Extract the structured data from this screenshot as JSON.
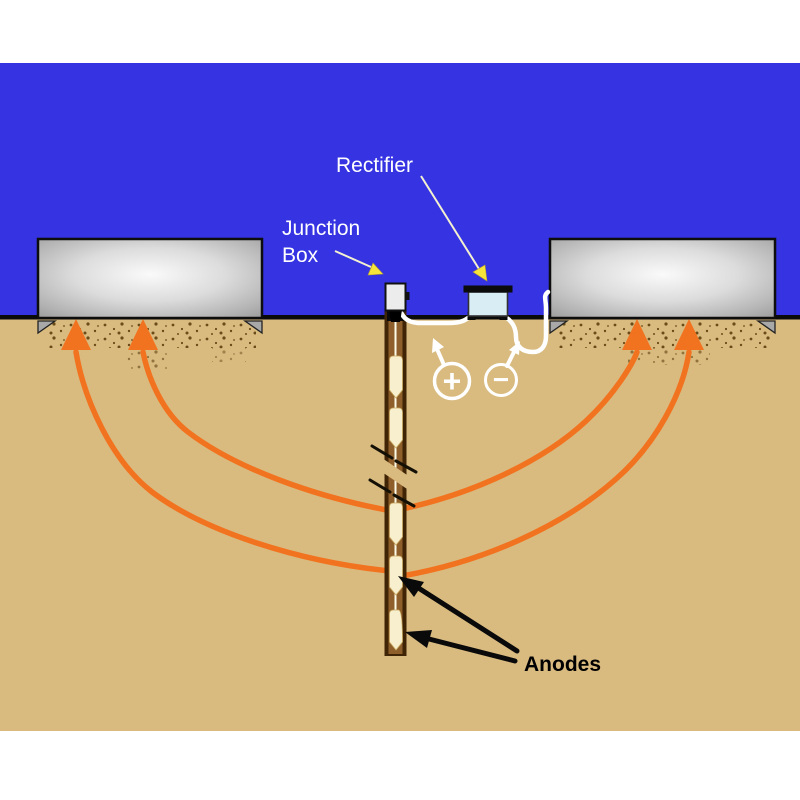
{
  "labels": {
    "rectifier": "Rectifier",
    "junction_line1": "Junction",
    "junction_line2": "Box",
    "anodes": "Anodes",
    "positive_symbol": "+",
    "negative_symbol": "−"
  },
  "colors": {
    "sky_blue": "#3533e2",
    "soil_tan": "#d9bb80",
    "speckle_brown": "#6b4b17",
    "current_orange": "#f2731f",
    "wire_white": "#ffffff",
    "pointer_yellow": "#f7e43b",
    "anode_cream": "#f8efcf",
    "pole_dark_brown": "#3f2506",
    "pole_brown": "#8f5f2b",
    "rectifier_face": "#d9edf4",
    "junction_box_face": "#ececec",
    "footing_gray": "#a8a8a8",
    "arrow_black": "#0a0a0a"
  }
}
